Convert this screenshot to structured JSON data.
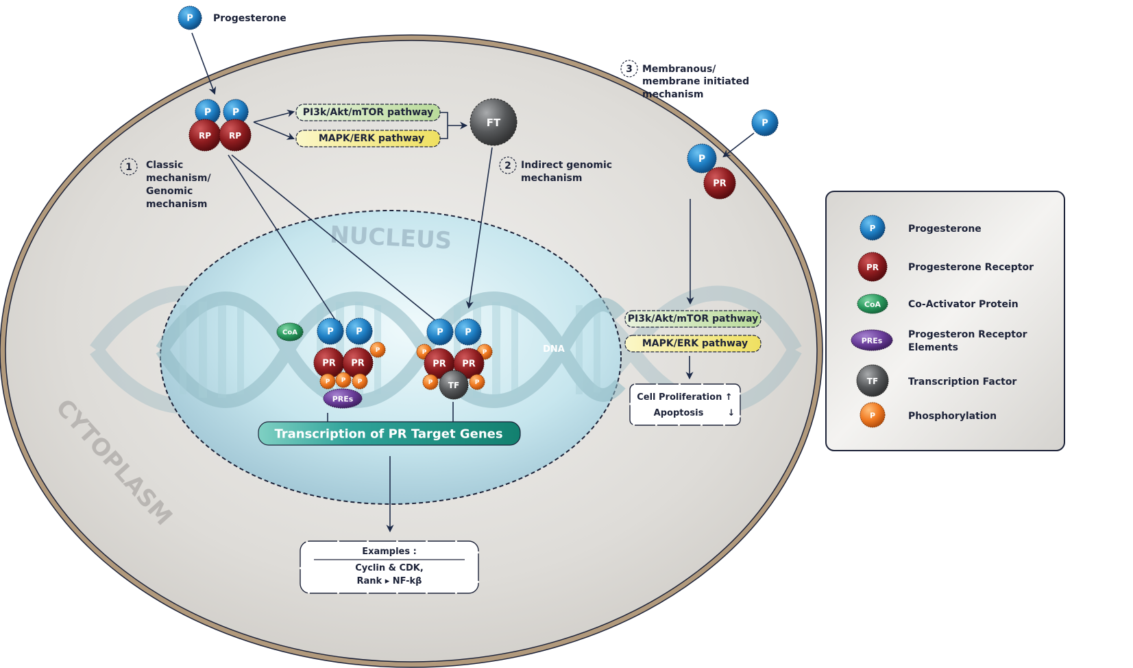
{
  "title": "Progesterone receptor signaling mechanisms",
  "compartments": {
    "cytoplasm": "CYTOPLASM",
    "nucleus": "NUCLEUS",
    "dna": "DNA"
  },
  "external": {
    "progesterone_label": "Progesterone",
    "molecule_label": "P"
  },
  "mechanisms": [
    {
      "number": "1",
      "lines": [
        "Classic",
        "mechanism/",
        "Genomic",
        "mechanism"
      ]
    },
    {
      "number": "2",
      "lines": [
        "Indirect genomic",
        "mechanism"
      ]
    },
    {
      "number": "3",
      "lines": [
        "Membranous/",
        "membrane initiated",
        "mechanism"
      ]
    }
  ],
  "molecules": {
    "p": "P",
    "rp": "RP",
    "pr": "PR",
    "ft": "FT",
    "tf": "TF",
    "coa": "CoA",
    "pres": "PREs"
  },
  "pathways": {
    "pi3k": "PI3k/Akt/mTOR pathway",
    "mapk": "MAPK/ERK pathway"
  },
  "outcomes": {
    "transcription": "Transcription of PR Target Genes",
    "examples_title": "Examples :",
    "examples_line1": "Cyclin & CDK,",
    "examples_line2": "Rank  ▸ NF-kβ",
    "cell_proliferation": "Cell Proliferation ↑",
    "apoptosis": "Apoptosis",
    "apoptosis_arrow": "↓"
  },
  "legend": {
    "items": [
      {
        "symbol": "P",
        "label_lines": [
          "Progesterone"
        ],
        "color": "#1f7fc4",
        "shape": "circle"
      },
      {
        "symbol": "PR",
        "label_lines": [
          "Progesterone Receptor"
        ],
        "color": "#8e1c1f",
        "shape": "circle"
      },
      {
        "symbol": "CoA",
        "label_lines": [
          "Co-Activator Protein"
        ],
        "color": "#2a9a5e",
        "shape": "ellipse"
      },
      {
        "symbol": "PREs",
        "label_lines": [
          "Progesteron Receptor",
          "Elements"
        ],
        "color": "#6a3d9a",
        "shape": "ellipse"
      },
      {
        "symbol": "TF",
        "label_lines": [
          "Transcription Factor"
        ],
        "color": "#555759",
        "shape": "circle"
      },
      {
        "symbol": "P",
        "label_lines": [
          "Phosphorylation"
        ],
        "color": "#f07a22",
        "shape": "small-circle"
      }
    ]
  },
  "colors": {
    "progesterone": "#1f7fc4",
    "receptor": "#8e1c1f",
    "coactivator": "#2a9a5e",
    "pres": "#6a3d9a",
    "tf": "#555759",
    "phospho": "#f07a22",
    "membrane": "#b29a7c",
    "cytoplasm": "#dcdad6",
    "nucleus": "#c6e3ea",
    "pi3k_pill": "#cfe6b8",
    "mapk_pill": "#f3ea86",
    "transcription_bar": "#2fa39a"
  }
}
